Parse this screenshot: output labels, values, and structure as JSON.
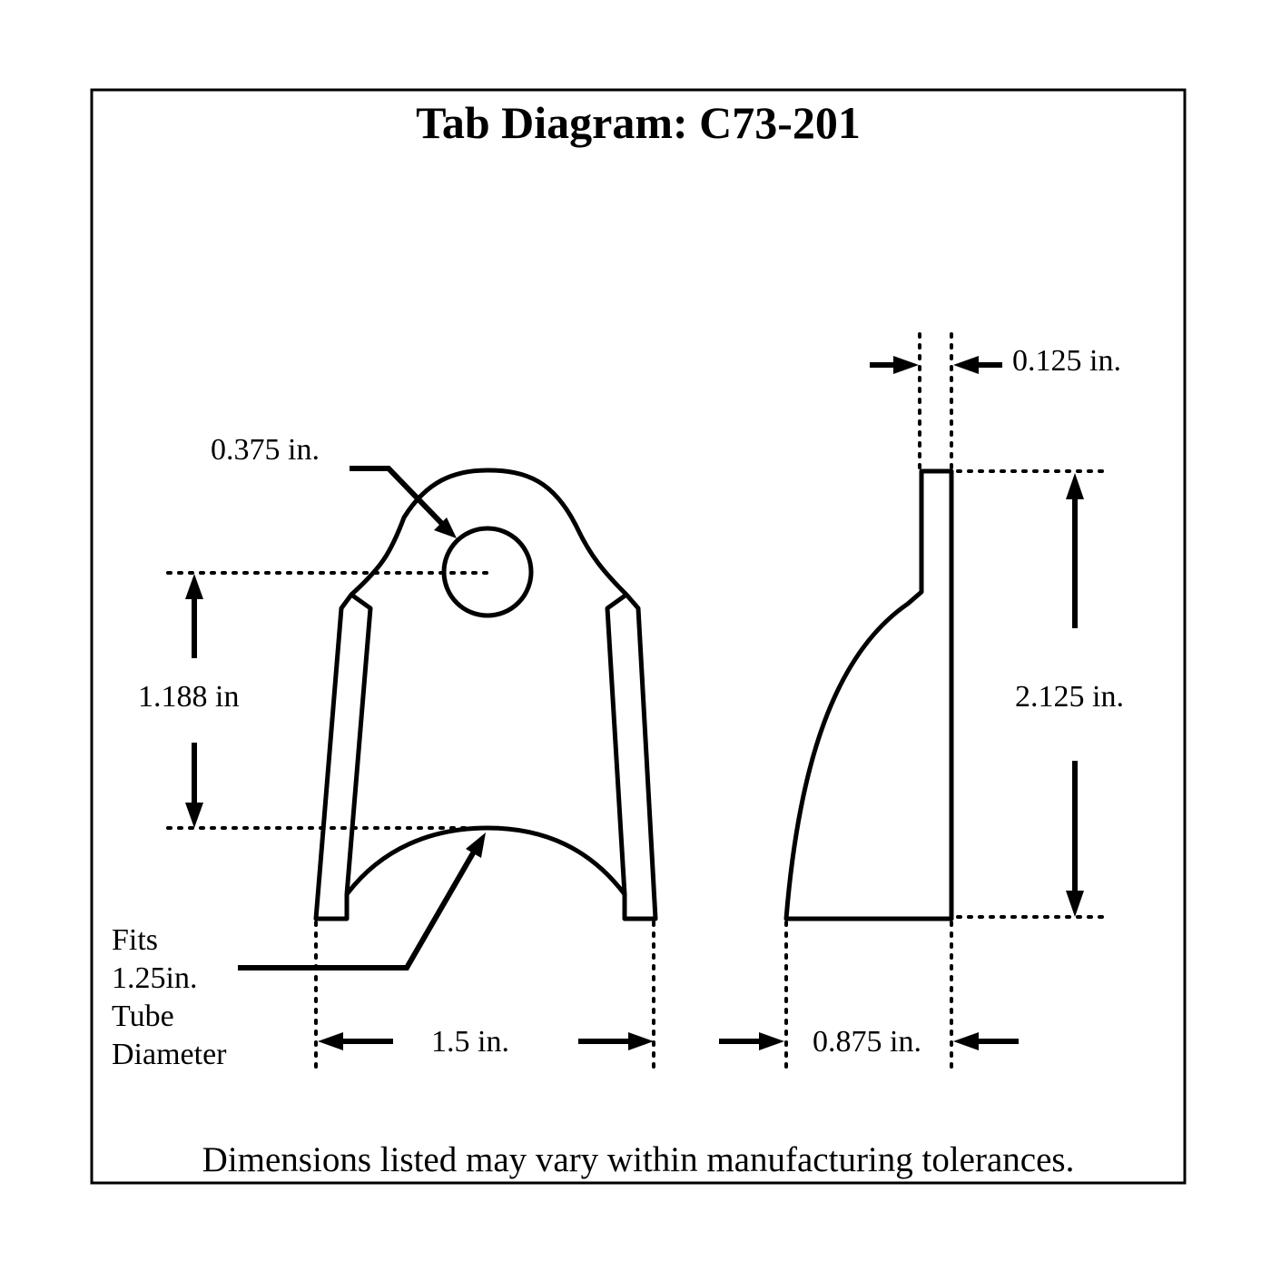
{
  "title": "Tab Diagram: C73-201",
  "footer": "Dimensions listed may vary within manufacturing tolerances.",
  "dimensions": {
    "hole_diameter": "0.375 in.",
    "hole_height": "1.188 in",
    "thickness": "0.125 in.",
    "height": "2.125 in.",
    "width": "1.5 in.",
    "depth": "0.875 in."
  },
  "tube_note": [
    "Fits",
    "1.25in.",
    "Tube",
    "Diameter"
  ]
}
